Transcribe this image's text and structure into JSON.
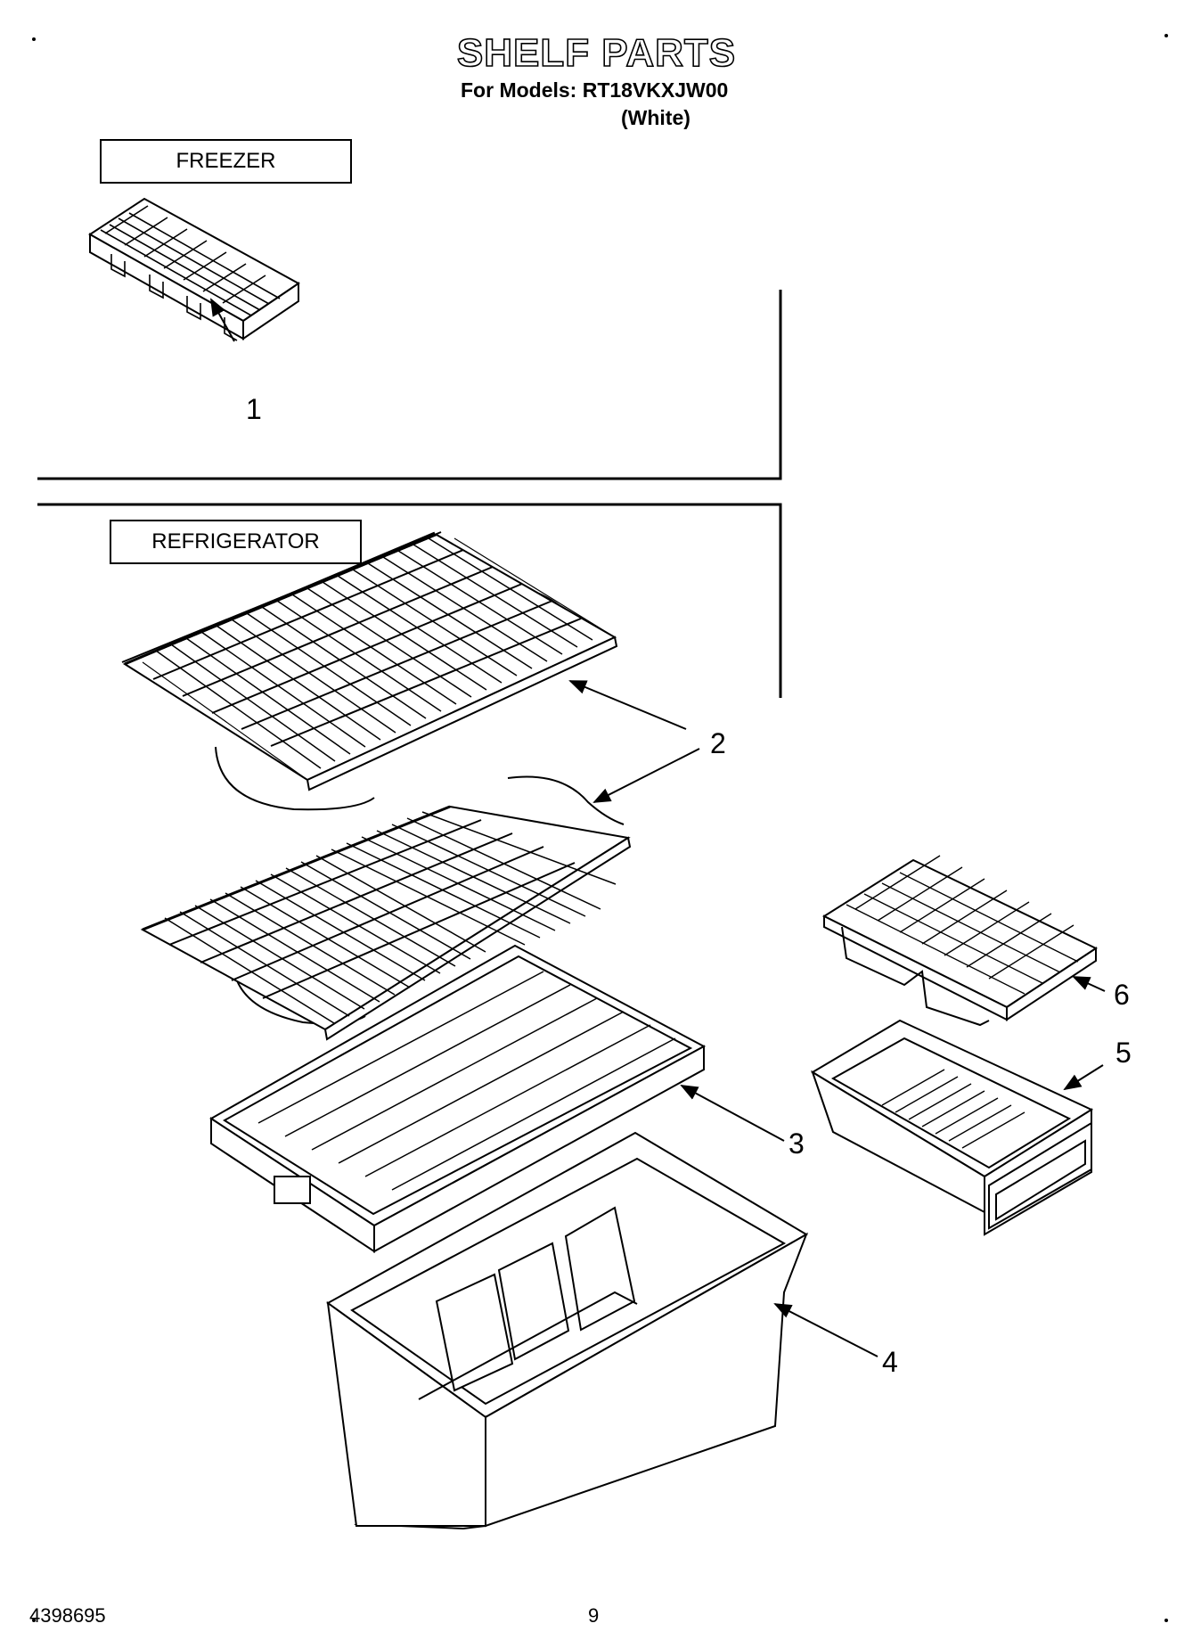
{
  "header": {
    "title": "SHELF PARTS",
    "models_line": "For Models: RT18VKXJW00",
    "color_line": "(White)"
  },
  "sections": {
    "freezer_label": "FREEZER",
    "refrigerator_label": "REFRIGERATOR"
  },
  "callouts": {
    "c1": "1",
    "c2": "2",
    "c3": "3",
    "c4": "4",
    "c5": "5",
    "c6": "6"
  },
  "footer": {
    "doc_number": "4398695",
    "page_number": "9"
  }
}
